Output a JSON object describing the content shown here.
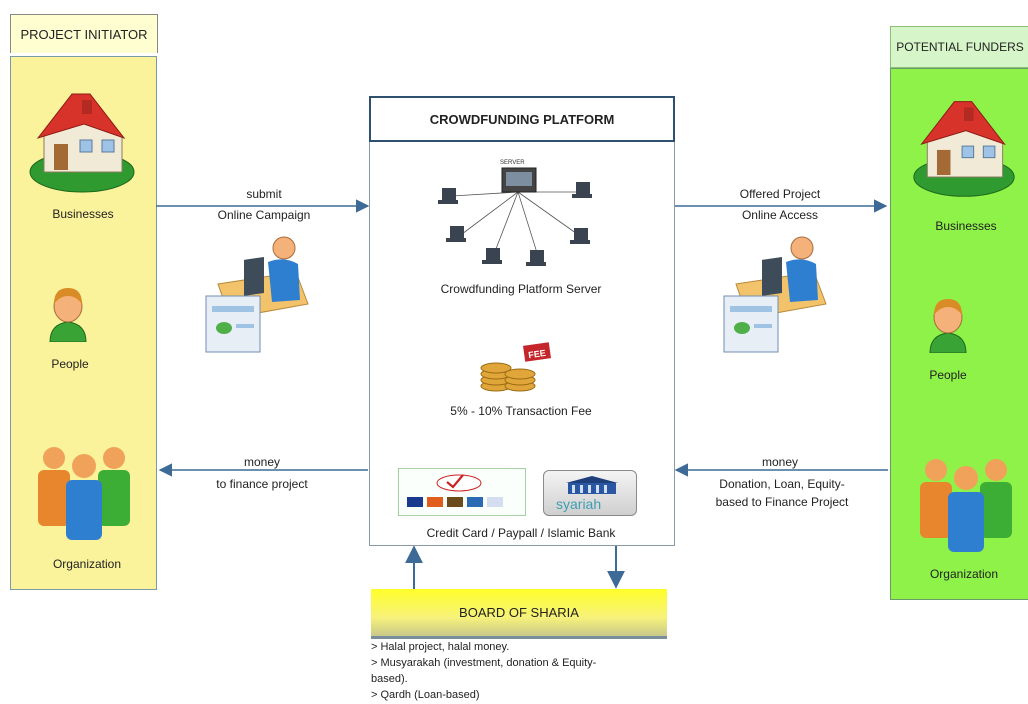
{
  "left": {
    "header": "PROJECT INITIATOR",
    "items": [
      "Businesses",
      "People",
      "Organization"
    ]
  },
  "right": {
    "header": "POTENTIAL FUNDERS",
    "items": [
      "Businesses",
      "People",
      "Organization"
    ]
  },
  "platform": {
    "title": "CROWDFUNDING PLATFORM",
    "server_tag": "SERVER",
    "server_label": "Crowdfunding Platform Server",
    "fee_tag": "FEE",
    "fee_label": "5% - 10% Transaction Fee",
    "payment_label": "Credit Card / Paypall / Islamic Bank",
    "bank_label": "syariah"
  },
  "arrows": {
    "left_top_1": "submit",
    "left_top_2": "Online Campaign",
    "left_bottom_1": "money",
    "left_bottom_2": "to finance project",
    "right_top_1": "Offered Project",
    "right_top_2": "Online Access",
    "right_bottom_1": "money",
    "right_bottom_2": "Donation, Loan, Equity-",
    "right_bottom_3": "based to Finance Project"
  },
  "sharia": {
    "title": "BOARD OF SHARIA",
    "lines": [
      "> Halal project, halal money.",
      "> Musyarakah (investment, donation & Equity-",
      "based).",
      "> Qardh (Loan-based)"
    ]
  }
}
